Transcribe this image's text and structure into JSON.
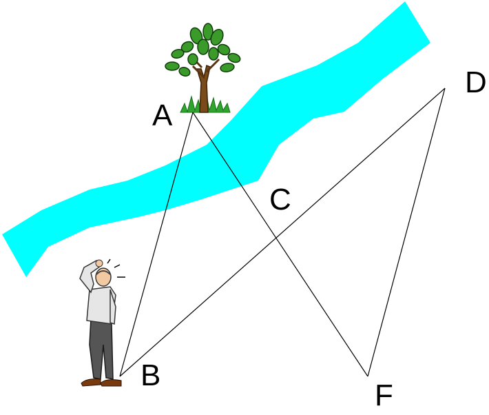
{
  "points": {
    "A": "A",
    "B": "B",
    "C": "C",
    "D": "D",
    "F": "F"
  },
  "segments": [
    "A-B",
    "A-F",
    "B-D",
    "D-F"
  ],
  "icons": {
    "tree": "tree-icon",
    "person": "person-scratching-head-icon",
    "river": "river-band"
  },
  "colors": {
    "river": "#00ffff",
    "lines": "#000000",
    "background": "#ffffff",
    "leaf": "#3a9a2a",
    "trunk": "#7a4a1a",
    "grass": "#2fa52f"
  }
}
